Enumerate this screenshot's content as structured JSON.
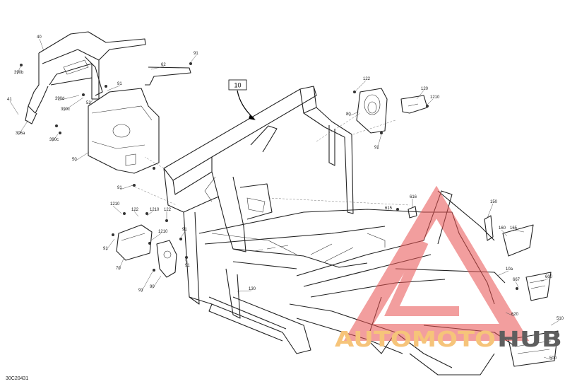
{
  "diagram": {
    "code": "30C20431",
    "reference_box": "10",
    "part_labels": [
      "40",
      "91",
      "62",
      "390b",
      "390d",
      "52",
      "41",
      "390c",
      "306a",
      "390c",
      "91",
      "50",
      "91",
      "122",
      "120",
      "1210",
      "80",
      "91",
      "1210",
      "122",
      "1210",
      "122",
      "91",
      "1210",
      "70",
      "91",
      "90",
      "91",
      "91",
      "616",
      "615",
      "150",
      "160",
      "165",
      "10a",
      "600",
      "667",
      "130",
      "510",
      "500",
      "620"
    ]
  },
  "watermark": {
    "text_a": "AUTOMOTO",
    "text_b": "HUB",
    "color_a": "#f6c47a",
    "color_b": "#5e5e5e",
    "logo_color": "#e8504f"
  }
}
